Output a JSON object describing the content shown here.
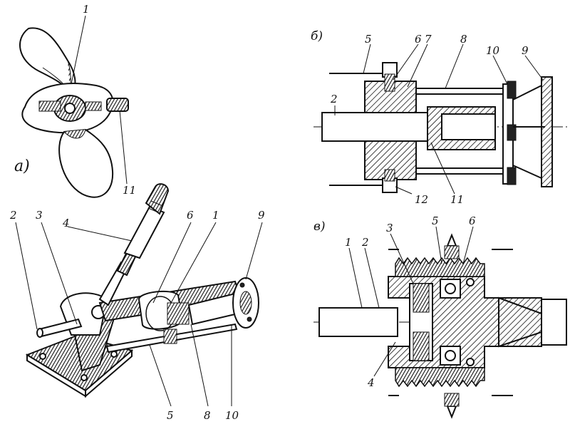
{
  "panels": {
    "a": {
      "label": "а)",
      "callouts": [
        "1",
        "11"
      ]
    },
    "b": {
      "label": "б)",
      "callouts": [
        "5",
        "6",
        "7",
        "8",
        "10",
        "9",
        "2",
        "12",
        "11"
      ]
    },
    "v": {
      "label": "в)",
      "callouts": [
        "3",
        "5",
        "6",
        "1",
        "2",
        "4"
      ]
    },
    "main": {
      "callouts": [
        "4",
        "6",
        "1",
        "9",
        "2",
        "3",
        "5",
        "8",
        "10"
      ]
    }
  },
  "icons": {
    "propeller": "propeller-drawing",
    "gearbox": "reversing-gear-drawing"
  },
  "colors": {
    "ink": "#111111",
    "paper": "#ffffff"
  }
}
